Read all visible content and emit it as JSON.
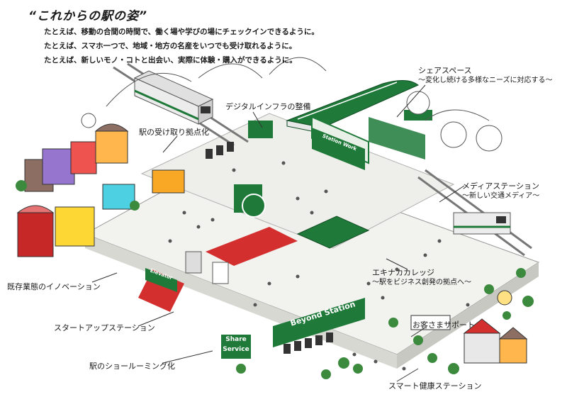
{
  "title": "“これからの駅の姿”",
  "intro_lines": [
    "たとえば、移動の合間の時間で、働く場や学びの場にチェックインできるように。",
    "たとえば、スマホ一つで、地域・地方の名産をいつでも受け取れるように。",
    "たとえば、新しいモノ・コトと出会い、実際に体験・購入ができるように。"
  ],
  "callouts": {
    "share_space": {
      "label": "シェアスペース",
      "sub": "〜変化し続ける多様なニーズに対応する〜"
    },
    "digital_infra": {
      "label": "デジタルインフラの整備"
    },
    "pickup": {
      "label": "駅の受け取り拠点化"
    },
    "media_station": {
      "label": "メディアステーション",
      "sub": "〜新しい交通メディア〜"
    },
    "innovation": {
      "label": "既存業態のイノベーション"
    },
    "ekinaka_college": {
      "label": "エキナカカレッジ",
      "sub": "〜駅をビジネス創発の拠点へ〜"
    },
    "startup": {
      "label": "スタートアップステーション"
    },
    "support": {
      "label": "お客さまサポート"
    },
    "showrooming": {
      "label": "駅のショールーミング化"
    },
    "health": {
      "label": "スマート健康ステーション"
    }
  },
  "signs": {
    "beyond": "Beyond Station",
    "share_service_1": "Share",
    "share_service_2": "Service",
    "station_work": "Station Work",
    "elevator": "Elevator"
  },
  "colors": {
    "brand_green": "#1f7a3a",
    "dark_green": "#145a2a",
    "red": "#d32f2f",
    "floor": "#f2f2ee",
    "tree": "#3c8a3e",
    "train_white": "#ececec"
  },
  "icons": [
    "train-icon",
    "shinkansen-icon",
    "tree-icon",
    "person-icon",
    "cloud-icon",
    "shop-icon"
  ]
}
